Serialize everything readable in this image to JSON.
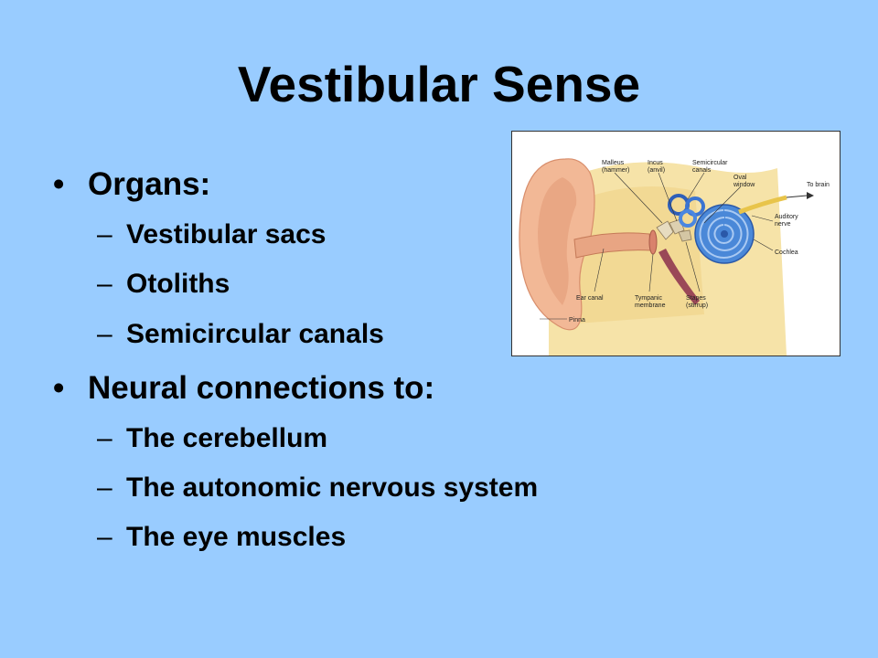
{
  "slide": {
    "title": "Vestibular Sense",
    "bullets": [
      {
        "text": "Organs:",
        "subitems": [
          "Vestibular sacs",
          "Otoliths",
          "Semicircular canals"
        ]
      },
      {
        "text": "Neural connections to:",
        "subitems": [
          "The cerebellum",
          "The autonomic nervous system",
          "The eye muscles"
        ]
      }
    ],
    "bullet_glyph": "•",
    "dash_glyph": "–",
    "background_color": "#99ccff"
  },
  "figure": {
    "labels": {
      "malleus": "Malleus",
      "malleus_sub": "(hammer)",
      "incus": "Incus",
      "incus_sub": "(anvil)",
      "semicircular": "Semicircular",
      "semicircular_sub": "canals",
      "oval": "Oval",
      "oval_sub": "window",
      "to_brain": "To brain",
      "auditory": "Auditory",
      "auditory_sub": "nerve",
      "cochlea": "Cochlea",
      "ear_canal": "Ear canal",
      "tympanic": "Tympanic",
      "tympanic_sub": "membrane",
      "stapes": "Stapes",
      "stapes_sub": "(stirrup)",
      "pinna": "Pinna"
    }
  }
}
